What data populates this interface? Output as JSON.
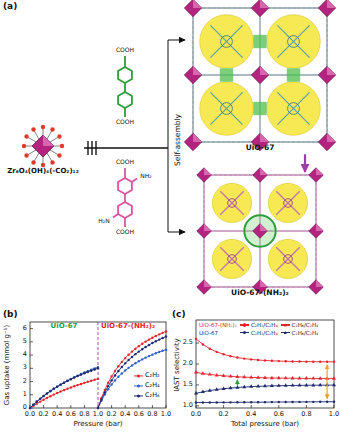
{
  "diagram": {
    "nodes": [
      {
        "text": [
          "Zr₆O₄(OH)₄(-CO₂)₁₂"
        ]
      },
      {
        "text": [
          "UiO-67"
        ]
      },
      {
        "text": [
          "UiO-67-(NH₂)₂"
        ]
      }
    ],
    "edges": [
      {
        "from": 0,
        "to": 1,
        "arrow": "to"
      },
      {
        "from": 0,
        "to": 2,
        "arrow": "to"
      },
      {
        "from": 1,
        "to": 2,
        "arrow": "to"
      }
    ],
    "labels": [
      "(a)",
      "COOH",
      "COOH",
      "COOH",
      "NH₂",
      "H₂N",
      "COOH",
      "Self-assembly",
      "(b)",
      "UiO-67",
      "UiO-67-(NH₂)₂",
      "0",
      "1",
      "2",
      "3",
      "4",
      "5",
      "6",
      "0.0",
      "0.2",
      "0.4",
      "0.6",
      "0.8",
      "1.0",
      "0.2",
      "0.4",
      "0.6",
      "0.8",
      "1.0",
      "Pressure (bar)",
      "Gas uptake (mmol g⁻¹)",
      "(c)",
      "UiO-67-(NH₂)₂",
      "UiO-67",
      "1.0",
      "1.5",
      "2.0",
      "2.5",
      "0.0",
      "0.2",
      "0.4",
      "0.6",
      "0.8",
      "1.0",
      "Total pressure (bar)",
      "IAST selectivity"
    ],
    "legend": [
      {
        "text": "C₂H₂",
        "color": "#e3262c"
      },
      {
        "text": "C₂H₄",
        "color": "#2d62c8"
      },
      {
        "text": "C₂H₆",
        "color": "#1d2a6e"
      },
      {
        "text": "C₂H₂/C₂H₄",
        "color": "#e3262c"
      },
      {
        "text": "C₂H₆/C₂H₄",
        "color": "#e3262c"
      },
      {
        "text": "C₂H₂/C₂H₄",
        "color": "#1d2a6e"
      },
      {
        "text": "C₂H₆/C₂H₄",
        "color": "#1d2a6e"
      }
    ]
  }
}
